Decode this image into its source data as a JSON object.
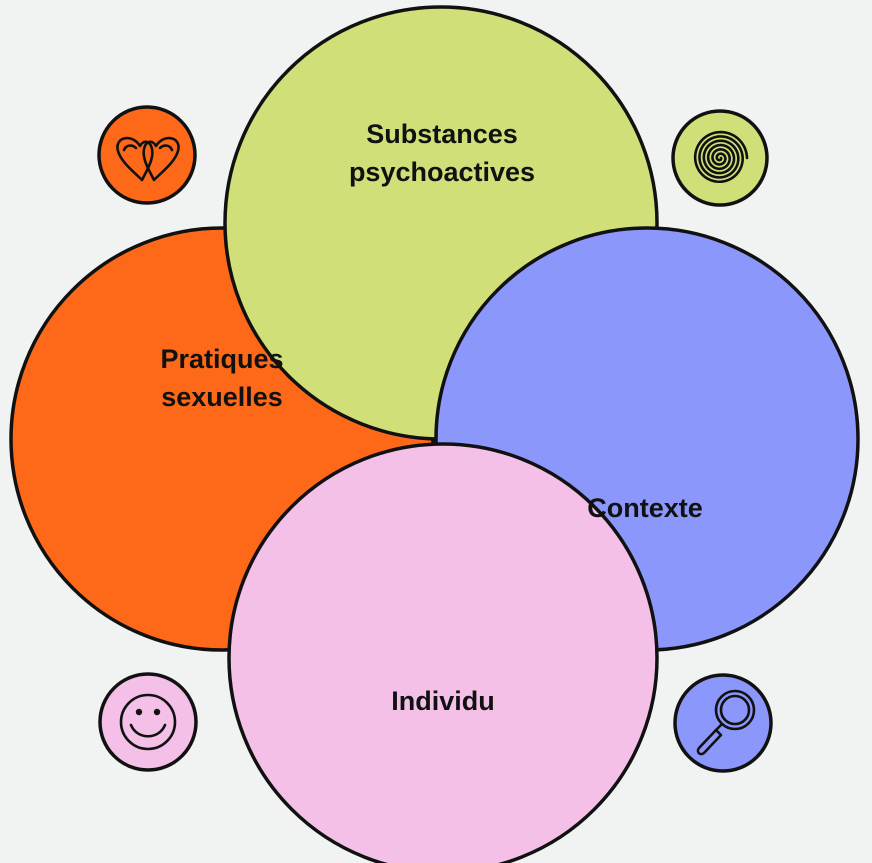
{
  "diagram": {
    "circles": {
      "substances": {
        "label_line1": "Substances",
        "label_line2": "psychoactives",
        "color": "#d0df77"
      },
      "pratiques": {
        "label_line1": "Pratiques",
        "label_line2": "sexuelles",
        "color": "#fd6919"
      },
      "contexte": {
        "label": "Contexte",
        "color": "#8b97fb"
      },
      "individu": {
        "label": "Individu",
        "color": "#f4c0e8"
      }
    },
    "icons": {
      "top_left": {
        "name": "two-hearts-icon",
        "color": "#fd6919"
      },
      "top_right": {
        "name": "spiral-icon",
        "color": "#d0df77"
      },
      "bottom_left": {
        "name": "smiley-icon",
        "color": "#f4c0e8"
      },
      "bottom_right": {
        "name": "magnifier-icon",
        "color": "#8b97fb"
      }
    },
    "outline_color": "#111111",
    "background": "#f0f3f2"
  }
}
